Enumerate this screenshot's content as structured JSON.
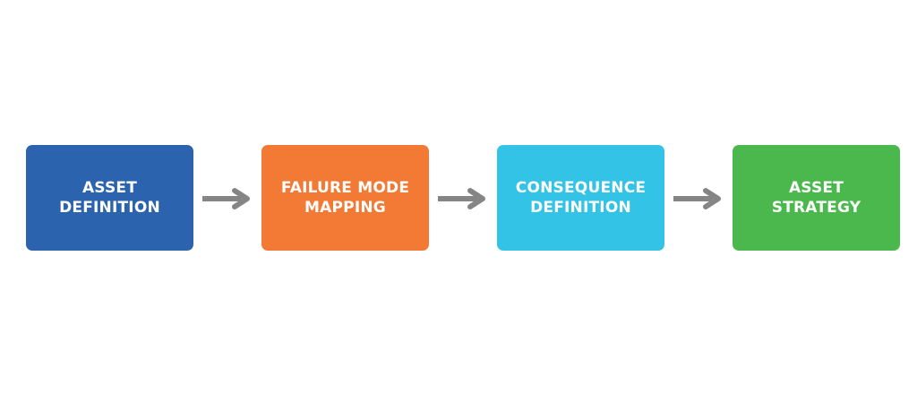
{
  "steps": [
    {
      "label": "ASSET\nDEFINITION",
      "color": "#2b63ae"
    },
    {
      "label": "FAILURE MODE\nMAPPING",
      "color": "#f27a35"
    },
    {
      "label": "CONSEQUENCE\nDEFINITION",
      "color": "#33c3e7"
    },
    {
      "label": "ASSET\nSTRATEGY",
      "color": "#4ab84c"
    }
  ],
  "arrow_color": "#858585"
}
